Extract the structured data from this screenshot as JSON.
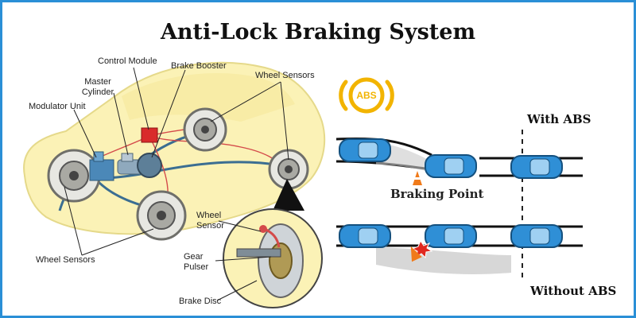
{
  "title": "Anti-Lock Braking System",
  "components": {
    "control_module": "Control Module",
    "brake_booster": "Brake Booster",
    "master_cylinder_line1": "Master",
    "master_cylinder_line2": "Cylinder",
    "modulator_unit": "Modulator Unit",
    "wheel_sensors_top": "Wheel Sensors",
    "wheel_sensors_bottom": "Wheel Sensors"
  },
  "detail": {
    "wheel_sensor_line1": "Wheel",
    "wheel_sensor_line2": "Sensor",
    "gear_pulser_line1": "Gear",
    "gear_pulser_line2": "Pulser",
    "brake_disc": "Brake Disc"
  },
  "indicator": {
    "text": "ABS",
    "color": "#f2b400"
  },
  "comparison": {
    "with_abs": "With ABS",
    "braking_point": "Braking Point",
    "without_abs": "Without ABS"
  },
  "colors": {
    "car_body": "#fbf2b6",
    "car_blue": "#2f8fd6",
    "brake_line": "#3b6e92",
    "sensor_wire": "#d44a4a",
    "module_red": "#d92b2b",
    "border": "#2a8fd6"
  }
}
